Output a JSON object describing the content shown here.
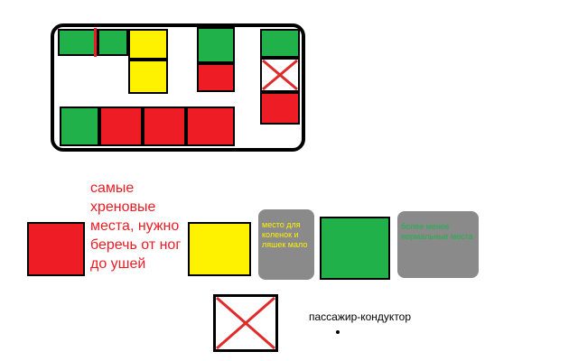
{
  "colors": {
    "worst": "#ee1c24",
    "cramped": "#fef200",
    "good": "#21b14b",
    "note_bg": "#8a8a8a",
    "cross": "#e02a2a"
  },
  "legend": {
    "red_text": "самые хреновые места, нужно беречь от ног до ушей",
    "yellow_note": "место для коленок и ляшек мало",
    "green_note": "более менее нормальные места",
    "cross_caption": "пассажир-кондуктор"
  }
}
